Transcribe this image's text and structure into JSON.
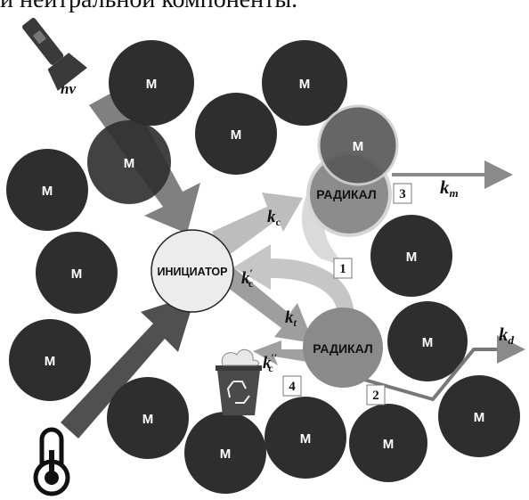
{
  "caption": "и нейтральной компоненты.",
  "labels": {
    "monomer": "M",
    "initiator": "ИНИЦИАТОР",
    "radical": "РАДИКАЛ",
    "hv": "hv",
    "kc": "k",
    "kc_sub": "c",
    "kc_prime": "k",
    "kc_prime_sub": "c",
    "kc_prime_mark": "′",
    "kt": "k",
    "kt_sub": "t",
    "kc_dprime": "k",
    "kc_dprime_sub": "c",
    "kc_dprime_mark": "′′",
    "km": "k",
    "km_sub": "m",
    "kd": "k",
    "kd_sub": "d",
    "step1": "1",
    "step2": "2",
    "step3": "3",
    "step4": "4"
  },
  "icons": [
    "flashlight-icon",
    "thermometer-icon",
    "recycle-bin-icon"
  ],
  "colors": {
    "monomer": "#2e2e2e",
    "initiator": "#ececec",
    "radical": "#8c8c8c",
    "arrow_dark": "#505050",
    "arrow_light": "#b8b8b8"
  }
}
